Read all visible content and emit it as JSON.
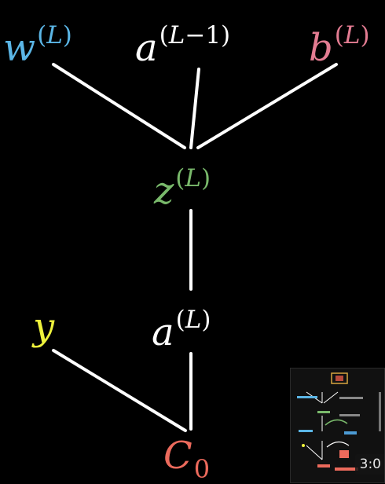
{
  "nodes": {
    "w": {
      "base": "w",
      "sup": "L",
      "color": "#5bb6e6"
    },
    "a_prev": {
      "base": "a",
      "sup_var": "L",
      "sup_op": "−",
      "sup_num": "1",
      "color": "#ffffff"
    },
    "b": {
      "base": "b",
      "sup": "L",
      "color": "#e37c92"
    },
    "z": {
      "base": "z",
      "sup": "L",
      "color": "#79b96b"
    },
    "a": {
      "base": "a",
      "sup": "L",
      "color": "#ffffff"
    },
    "y": {
      "base": "y",
      "color": "#eef23c"
    },
    "c": {
      "base": "C",
      "sub": "0",
      "color": "#ec6a5c"
    }
  },
  "edge_color": "#ffffff",
  "thumbnail": {
    "time": "3:0"
  }
}
